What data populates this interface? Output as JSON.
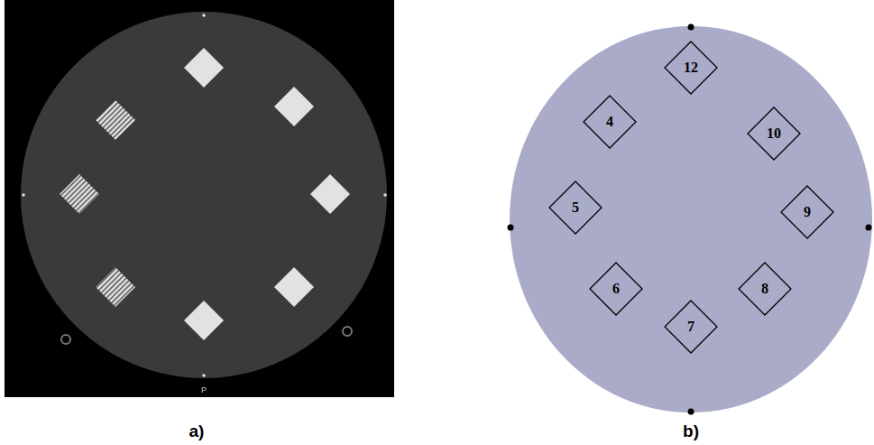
{
  "diagram": {
    "nodes": [
      {
        "text": [
          "12"
        ]
      },
      {
        "text": [
          "4"
        ]
      },
      {
        "text": [
          "10"
        ]
      },
      {
        "text": [
          "5"
        ]
      },
      {
        "text": [
          "9"
        ]
      },
      {
        "text": [
          "6"
        ]
      },
      {
        "text": [
          "8"
        ]
      },
      {
        "text": [
          "7"
        ]
      }
    ],
    "labels": [
      "P",
      "a)",
      "b)"
    ]
  }
}
